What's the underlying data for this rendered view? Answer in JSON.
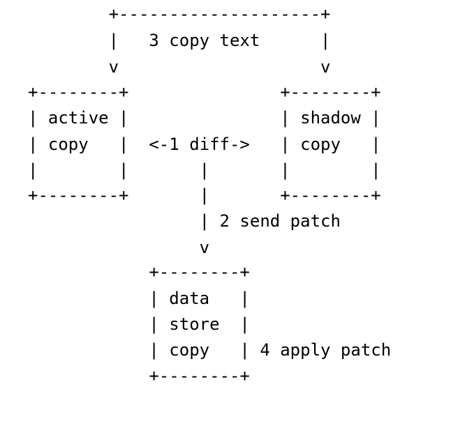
{
  "diagram": {
    "lines": [
      "        +--------------------+",
      "        |   3 copy text      |",
      "        v                    v",
      "+--------+               +--------+",
      "| active |               | shadow |",
      "| copy   |  <-1 diff->   | copy   |",
      "|        |       |       |        |",
      "+--------+       |       +--------+",
      "                 | 2 send patch",
      "                 v",
      "            +--------+",
      "            | data   |",
      "            | store  |",
      "            | copy   | 4 apply patch",
      "            +--------+"
    ]
  }
}
